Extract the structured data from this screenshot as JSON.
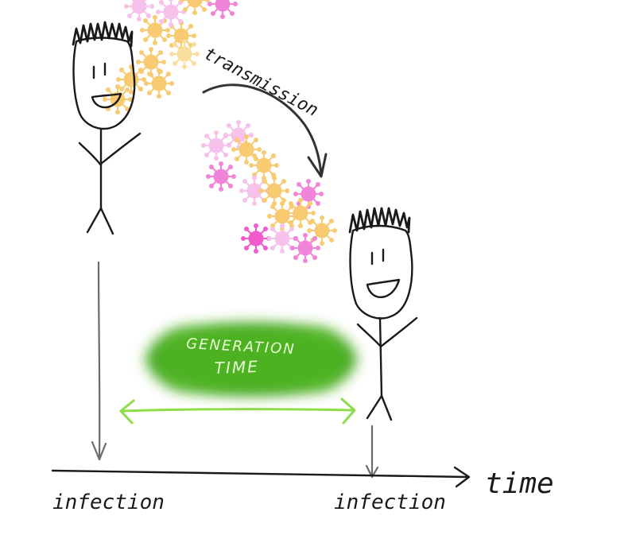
{
  "labels": {
    "transmission": "transmission",
    "generation_line1": "GENERATION",
    "generation_line2": "TIME",
    "infection_left": "infection",
    "infection_right": "infection",
    "time": "time"
  },
  "colors": {
    "ink": "#1a1a1a",
    "grey_arrow": "#6b6b6b",
    "blob_green": "#3fa31e",
    "arrow_green": "#8fdc4a",
    "virus_orange": "#f7c35b",
    "virus_pink": "#ef6fd2"
  },
  "icons": [
    "person-icon",
    "virus-icon",
    "curved-arrow-icon",
    "double-arrow-icon"
  ]
}
